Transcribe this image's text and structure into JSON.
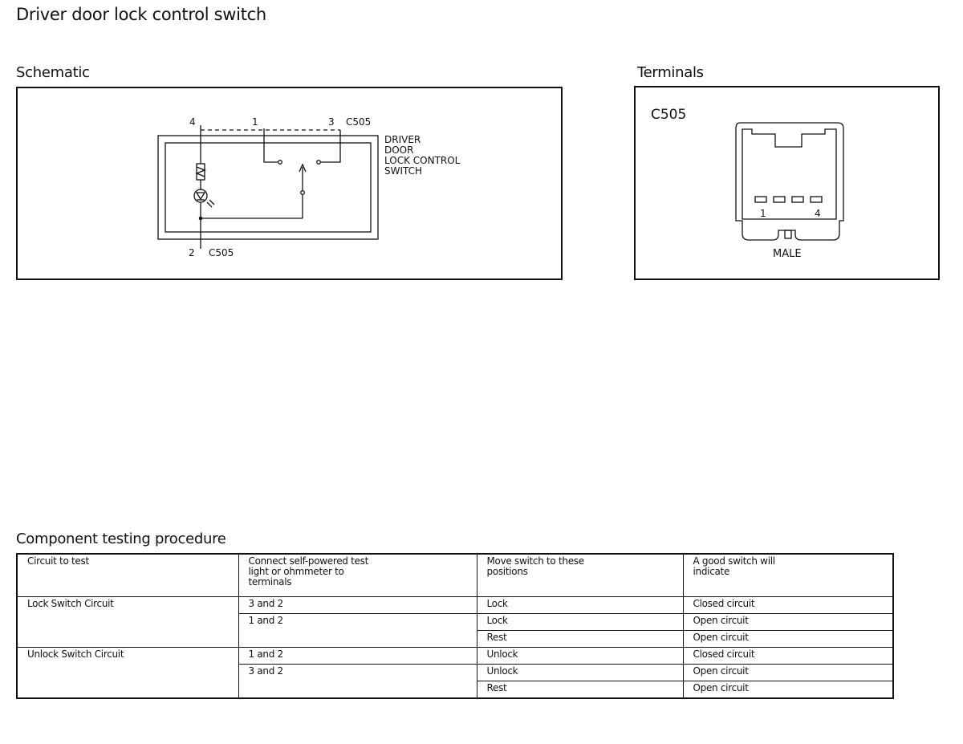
{
  "page": {
    "title": "Driver door lock control switch"
  },
  "schematic": {
    "heading": "Schematic",
    "pins_top": [
      "4",
      "1",
      "3"
    ],
    "connector_top": "C505",
    "pin_bottom": "2",
    "connector_bottom": "C505",
    "component_label": [
      "DRIVER",
      "DOOR",
      "LOCK CONTROL",
      "SWITCH"
    ]
  },
  "terminals": {
    "heading": "Terminals",
    "connector": "C505",
    "pin_left": "1",
    "pin_right": "4",
    "gender": "MALE"
  },
  "procedure": {
    "heading": "Component testing procedure",
    "headers": [
      "Circuit to test",
      "Connect self-powered test light or ohmmeter to terminals",
      "Move switch to these positions",
      "A good switch will indicate"
    ],
    "rows": [
      {
        "circuit": "Lock Switch Circuit",
        "terminals": "3 and 2",
        "position": "Lock",
        "indicate": "Closed circuit"
      },
      {
        "circuit": "",
        "terminals": "1 and 2",
        "position": "Lock",
        "indicate": "Open circuit"
      },
      {
        "circuit": "",
        "terminals": "",
        "position": "Rest",
        "indicate": "Open circuit"
      },
      {
        "circuit": "Unlock Switch Circuit",
        "terminals": "1 and 2",
        "position": "Unlock",
        "indicate": "Closed circuit"
      },
      {
        "circuit": "",
        "terminals": "3 and 2",
        "position": "Unlock",
        "indicate": "Open circuit"
      },
      {
        "circuit": "",
        "terminals": "",
        "position": "Rest",
        "indicate": "Open circuit"
      }
    ]
  },
  "colors": {
    "ink": "#111111",
    "background": "#ffffff"
  }
}
